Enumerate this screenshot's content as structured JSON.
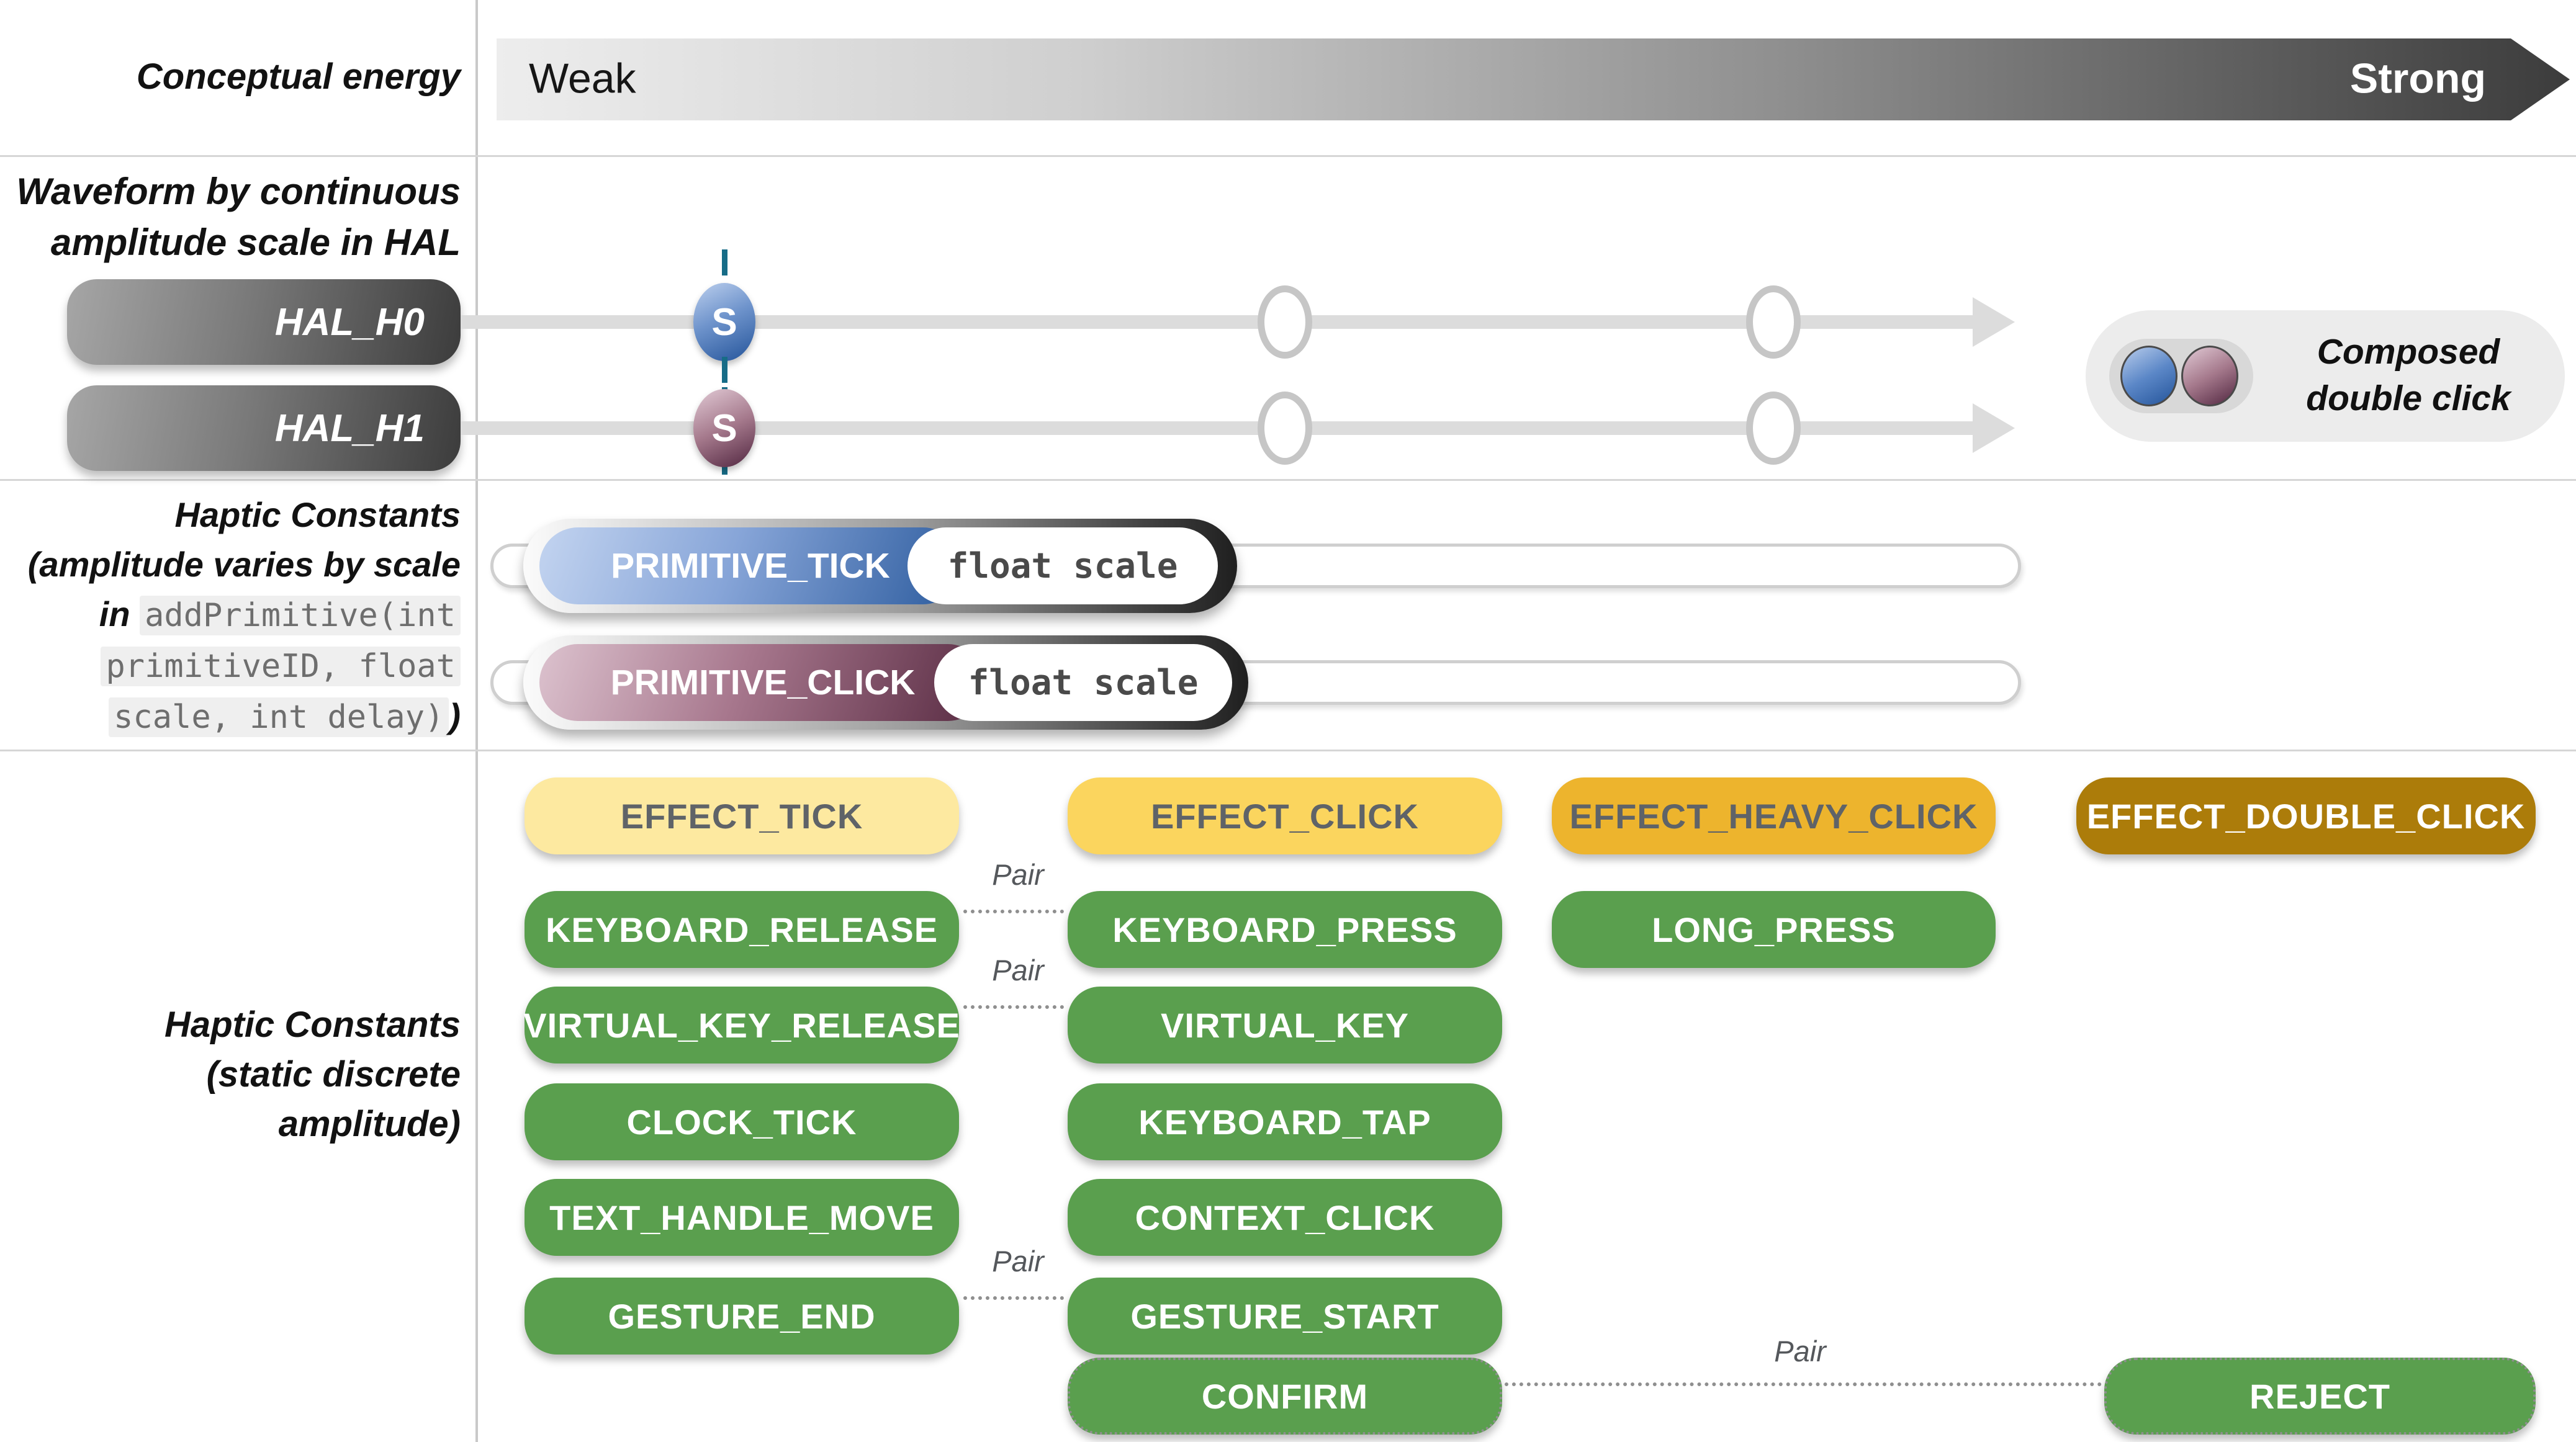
{
  "colors": {
    "green": "#5a9f4e",
    "yellow_light": "#fde9a0",
    "yellow": "#fbd55e",
    "gold": "#edb42d",
    "dark_gold": "#ac7c0a",
    "yellow_text_gray": "#5f6368",
    "teal_dash": "#176c87",
    "blue_dark": "#2d5c9e",
    "blue_light": "#c3d4f0",
    "mauve_dark": "#582b42",
    "mauve_light": "#dcc2ce",
    "timeline_gray": "#dcdcdc",
    "hal_pill_dark": "#3c3c3c",
    "energy_bar_start": "#ededed",
    "energy_bar_end": "#3c3c3c"
  },
  "sections": {
    "conceptual_energy": {
      "label": "Conceptual energy",
      "weak_label": "Weak",
      "strong_label": "Strong"
    },
    "waveform": {
      "label_line1": "Waveform by continuous",
      "label_line2": "amplitude scale in HAL"
    },
    "primitives_label": {
      "line1": "Haptic Constants",
      "line2": "(amplitude varies by scale",
      "line3_prefix": "in",
      "line3_code": "addPrimitive(int",
      "line4_code": "primitiveID, float",
      "line5_code": "scale, int delay)",
      "line5_suffix": ")"
    },
    "constants_label": {
      "line1": "Haptic Constants",
      "line2": "(static discrete",
      "line3": "amplitude)"
    }
  },
  "hal": {
    "rows": [
      {
        "label": "HAL_H0",
        "marker": "S"
      },
      {
        "label": "HAL_H1",
        "marker": "S"
      }
    ],
    "composed": {
      "line1": "Composed",
      "line2": "double click"
    }
  },
  "primitives": [
    {
      "label": "PRIMITIVE_TICK",
      "param": "float scale"
    },
    {
      "label": "PRIMITIVE_CLICK",
      "param": "float scale"
    }
  ],
  "grid": {
    "pair_label": "Pair",
    "buttons": [
      {
        "label": "EFFECT_TICK"
      },
      {
        "label": "EFFECT_CLICK"
      },
      {
        "label": "EFFECT_HEAVY_CLICK"
      },
      {
        "label": "EFFECT_DOUBLE_CLICK"
      },
      {
        "label": "KEYBOARD_RELEASE"
      },
      {
        "label": "KEYBOARD_PRESS"
      },
      {
        "label": "LONG_PRESS"
      },
      {
        "label": "VIRTUAL_KEY_RELEASE"
      },
      {
        "label": "VIRTUAL_KEY"
      },
      {
        "label": "CLOCK_TICK"
      },
      {
        "label": "KEYBOARD_TAP"
      },
      {
        "label": "TEXT_HANDLE_MOVE"
      },
      {
        "label": "CONTEXT_CLICK"
      },
      {
        "label": "GESTURE_END"
      },
      {
        "label": "GESTURE_START"
      },
      {
        "label": "CONFIRM"
      },
      {
        "label": "REJECT"
      }
    ]
  }
}
